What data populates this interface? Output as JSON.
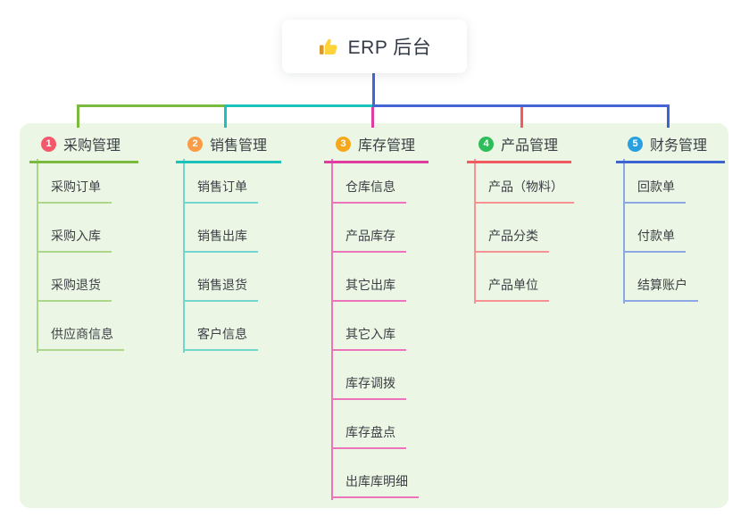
{
  "root": {
    "label": "ERP 后台",
    "icon": "thumbs-up-icon"
  },
  "colors": {
    "page_background": "#ffffff",
    "panel_background": "#ebf7e4",
    "connector_blue": "#4565d6",
    "root_text": "#333a45",
    "node_text": "#3b4046"
  },
  "branches": [
    {
      "number": "1",
      "title": "采购管理",
      "badge_color": "#f4586b",
      "line_color": "#79ba3f",
      "child_line_color": "#acd68a",
      "children": [
        "采购订单",
        "采购入库",
        "采购退货",
        "供应商信息"
      ]
    },
    {
      "number": "2",
      "title": "销售管理",
      "badge_color": "#f99c45",
      "line_color": "#1bc2ba",
      "child_line_color": "#72d6cf",
      "children": [
        "销售订单",
        "销售出库",
        "销售退货",
        "客户信息"
      ]
    },
    {
      "number": "3",
      "title": "库存管理",
      "badge_color": "#f6a81d",
      "line_color": "#df3c9f",
      "child_line_color": "#ec74bb",
      "children": [
        "仓库信息",
        "产品库存",
        "其它出库",
        "其它入库",
        "库存调拨",
        "库存盘点",
        "出库库明细"
      ]
    },
    {
      "number": "4",
      "title": "产品管理",
      "badge_color": "#2fbd5b",
      "line_color": "#f15a5e",
      "child_line_color": "#f79194",
      "children": [
        "产品（物料）",
        "产品分类",
        "产品单位"
      ]
    },
    {
      "number": "5",
      "title": "财务管理",
      "badge_color": "#2a9fe0",
      "line_color": "#3c63d2",
      "child_line_color": "#8da6e4",
      "children": [
        "回款单",
        "付款单",
        "结算账户"
      ]
    }
  ]
}
